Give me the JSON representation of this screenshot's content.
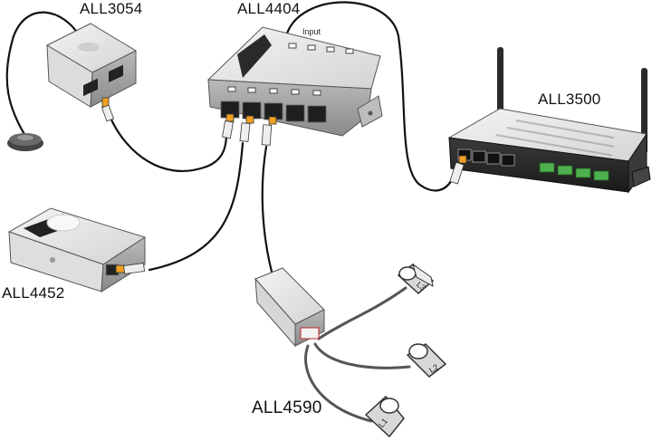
{
  "devices": {
    "all3054": {
      "label": "ALL3054"
    },
    "all4404": {
      "label": "ALL4404",
      "port_label": "Input"
    },
    "all3500": {
      "label": "ALL3500"
    },
    "all4452": {
      "label": "ALL4452"
    },
    "all4590": {
      "label": "ALL4590"
    }
  },
  "sensors": [
    {
      "label": "L3"
    },
    {
      "label": "L2"
    },
    {
      "label": "L1"
    }
  ],
  "colors": {
    "device_body": "#e9e9e9",
    "device_side": "#9a9a9a",
    "device_dark": "#2a2a2a",
    "cable": "#111111",
    "connector_orange": "#f0a020",
    "terminal_green": "#4fb04f"
  }
}
